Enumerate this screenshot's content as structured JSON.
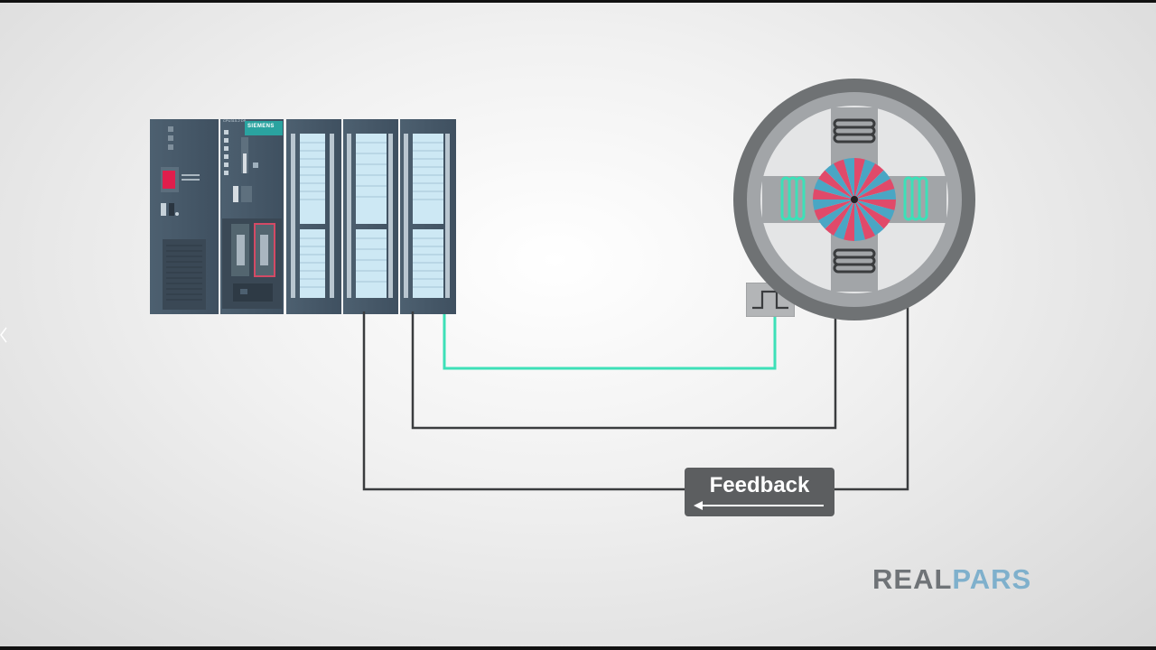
{
  "feedback": {
    "label": "Feedback"
  },
  "plc": {
    "brand": "SIEMENS",
    "cpu_model": "CPU315-2 DP"
  },
  "logo": {
    "part1": "REAL",
    "part2": "PARS"
  },
  "colors": {
    "signal_wire": "#3de0b8",
    "wire": "#3a3c3e",
    "feedback_box": "#5c5e60",
    "rotor_red": "#e04a6a",
    "rotor_blue": "#4aa6c4",
    "logo_grey": "#6f7377",
    "logo_blue": "#7fb0cc"
  },
  "icons": [
    "left-arrow-icon",
    "square-pulse-icon",
    "feedback-arrow-icon"
  ]
}
